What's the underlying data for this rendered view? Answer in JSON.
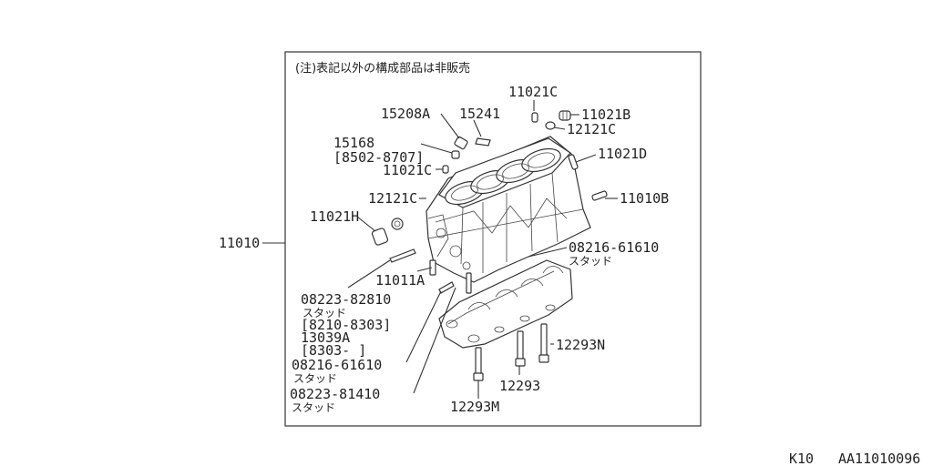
{
  "note": "(注)表記以外の構成部品は非販売",
  "labels": {
    "p11010": "11010",
    "p11021C_top": "11021C",
    "p11021B": "11021B",
    "p12121C_top": "12121C",
    "p15208A": "15208A",
    "p15241": "15241",
    "p15168": "15168",
    "p15168_range": "[8502-8707]",
    "p11021C_mid": "11021C",
    "p11021D": "11021D",
    "p12121C_left": "12121C",
    "p11010B": "11010B",
    "p11021H": "11021H",
    "p08216_top": "08216-61610",
    "stud_top": "スタッド",
    "p11011A": "11011A",
    "p08223_82810": "08223-82810",
    "stud_1": "スタッド",
    "range_8210": "[8210-8303]",
    "p13039A": "13039A",
    "range_8303": "[8303-   ]",
    "p08216_bot": "08216-61610",
    "stud_2": "スタッド",
    "p08223_81410": "08223-81410",
    "stud_3": "スタッド",
    "p12293N": "12293N",
    "p12293": "12293",
    "p12293M": "12293M"
  },
  "footer": {
    "model": "K10",
    "code": "AA11010096"
  }
}
